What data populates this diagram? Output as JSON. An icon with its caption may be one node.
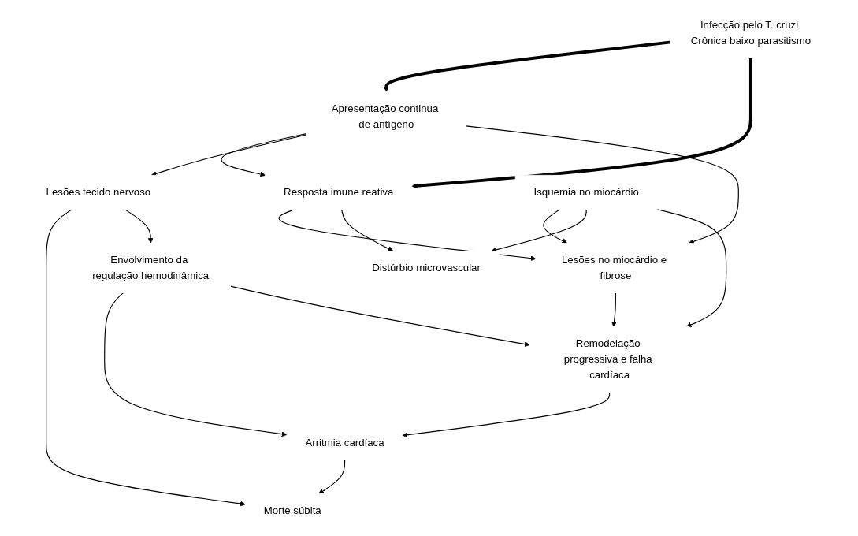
{
  "diagram": {
    "nodes": [
      {
        "text": [
          "Infecção pelo T. cruzi Crônica baixo parasitismo"
        ]
      },
      {
        "text": [
          "Apresentação continua de antígeno"
        ]
      },
      {
        "text": [
          "Resposta imune reativa"
        ]
      },
      {
        "text": [
          "Lesões tecido nervoso"
        ]
      },
      {
        "text": [
          "Lesões no miocárdio e fibrose"
        ]
      },
      {
        "text": [
          "Distúrbio microvascular"
        ]
      },
      {
        "text": [
          "Envolvimento da regulação hemodinâmica"
        ]
      },
      {
        "text": [
          "Isquemia no miocárdio"
        ]
      },
      {
        "text": [
          "Arritmia cardíaca"
        ]
      },
      {
        "text": [
          "Morte súbita"
        ]
      },
      {
        "text": [
          "Remodelação progressiva e falha cardíaca"
        ]
      }
    ],
    "edges": [
      {
        "from": 0,
        "to": 1,
        "arrow": "to",
        "style": "thick"
      },
      {
        "from": 0,
        "to": 2,
        "arrow": "to",
        "style": "thick"
      },
      {
        "from": 1,
        "to": 2,
        "arrow": "to"
      },
      {
        "from": 1,
        "to": 3,
        "arrow": "to"
      },
      {
        "from": 1,
        "to": 4,
        "arrow": "to"
      },
      {
        "from": 2,
        "to": 4,
        "arrow": "to"
      },
      {
        "from": 2,
        "to": 5,
        "arrow": "to"
      },
      {
        "from": 3,
        "to": 9,
        "arrow": "to"
      },
      {
        "from": 3,
        "to": 6,
        "arrow": "to"
      },
      {
        "from": 4,
        "to": 10,
        "arrow": "to"
      },
      {
        "from": 7,
        "to": 4,
        "arrow": "to"
      },
      {
        "from": 7,
        "to": 5,
        "arrow": "to"
      },
      {
        "from": 7,
        "to": 10,
        "arrow": "to"
      },
      {
        "from": 6,
        "to": 8,
        "arrow": "to"
      },
      {
        "from": 6,
        "to": 10,
        "arrow": "to"
      },
      {
        "from": 10,
        "to": 8,
        "arrow": "to"
      },
      {
        "from": 8,
        "to": 9,
        "arrow": "to"
      }
    ]
  }
}
